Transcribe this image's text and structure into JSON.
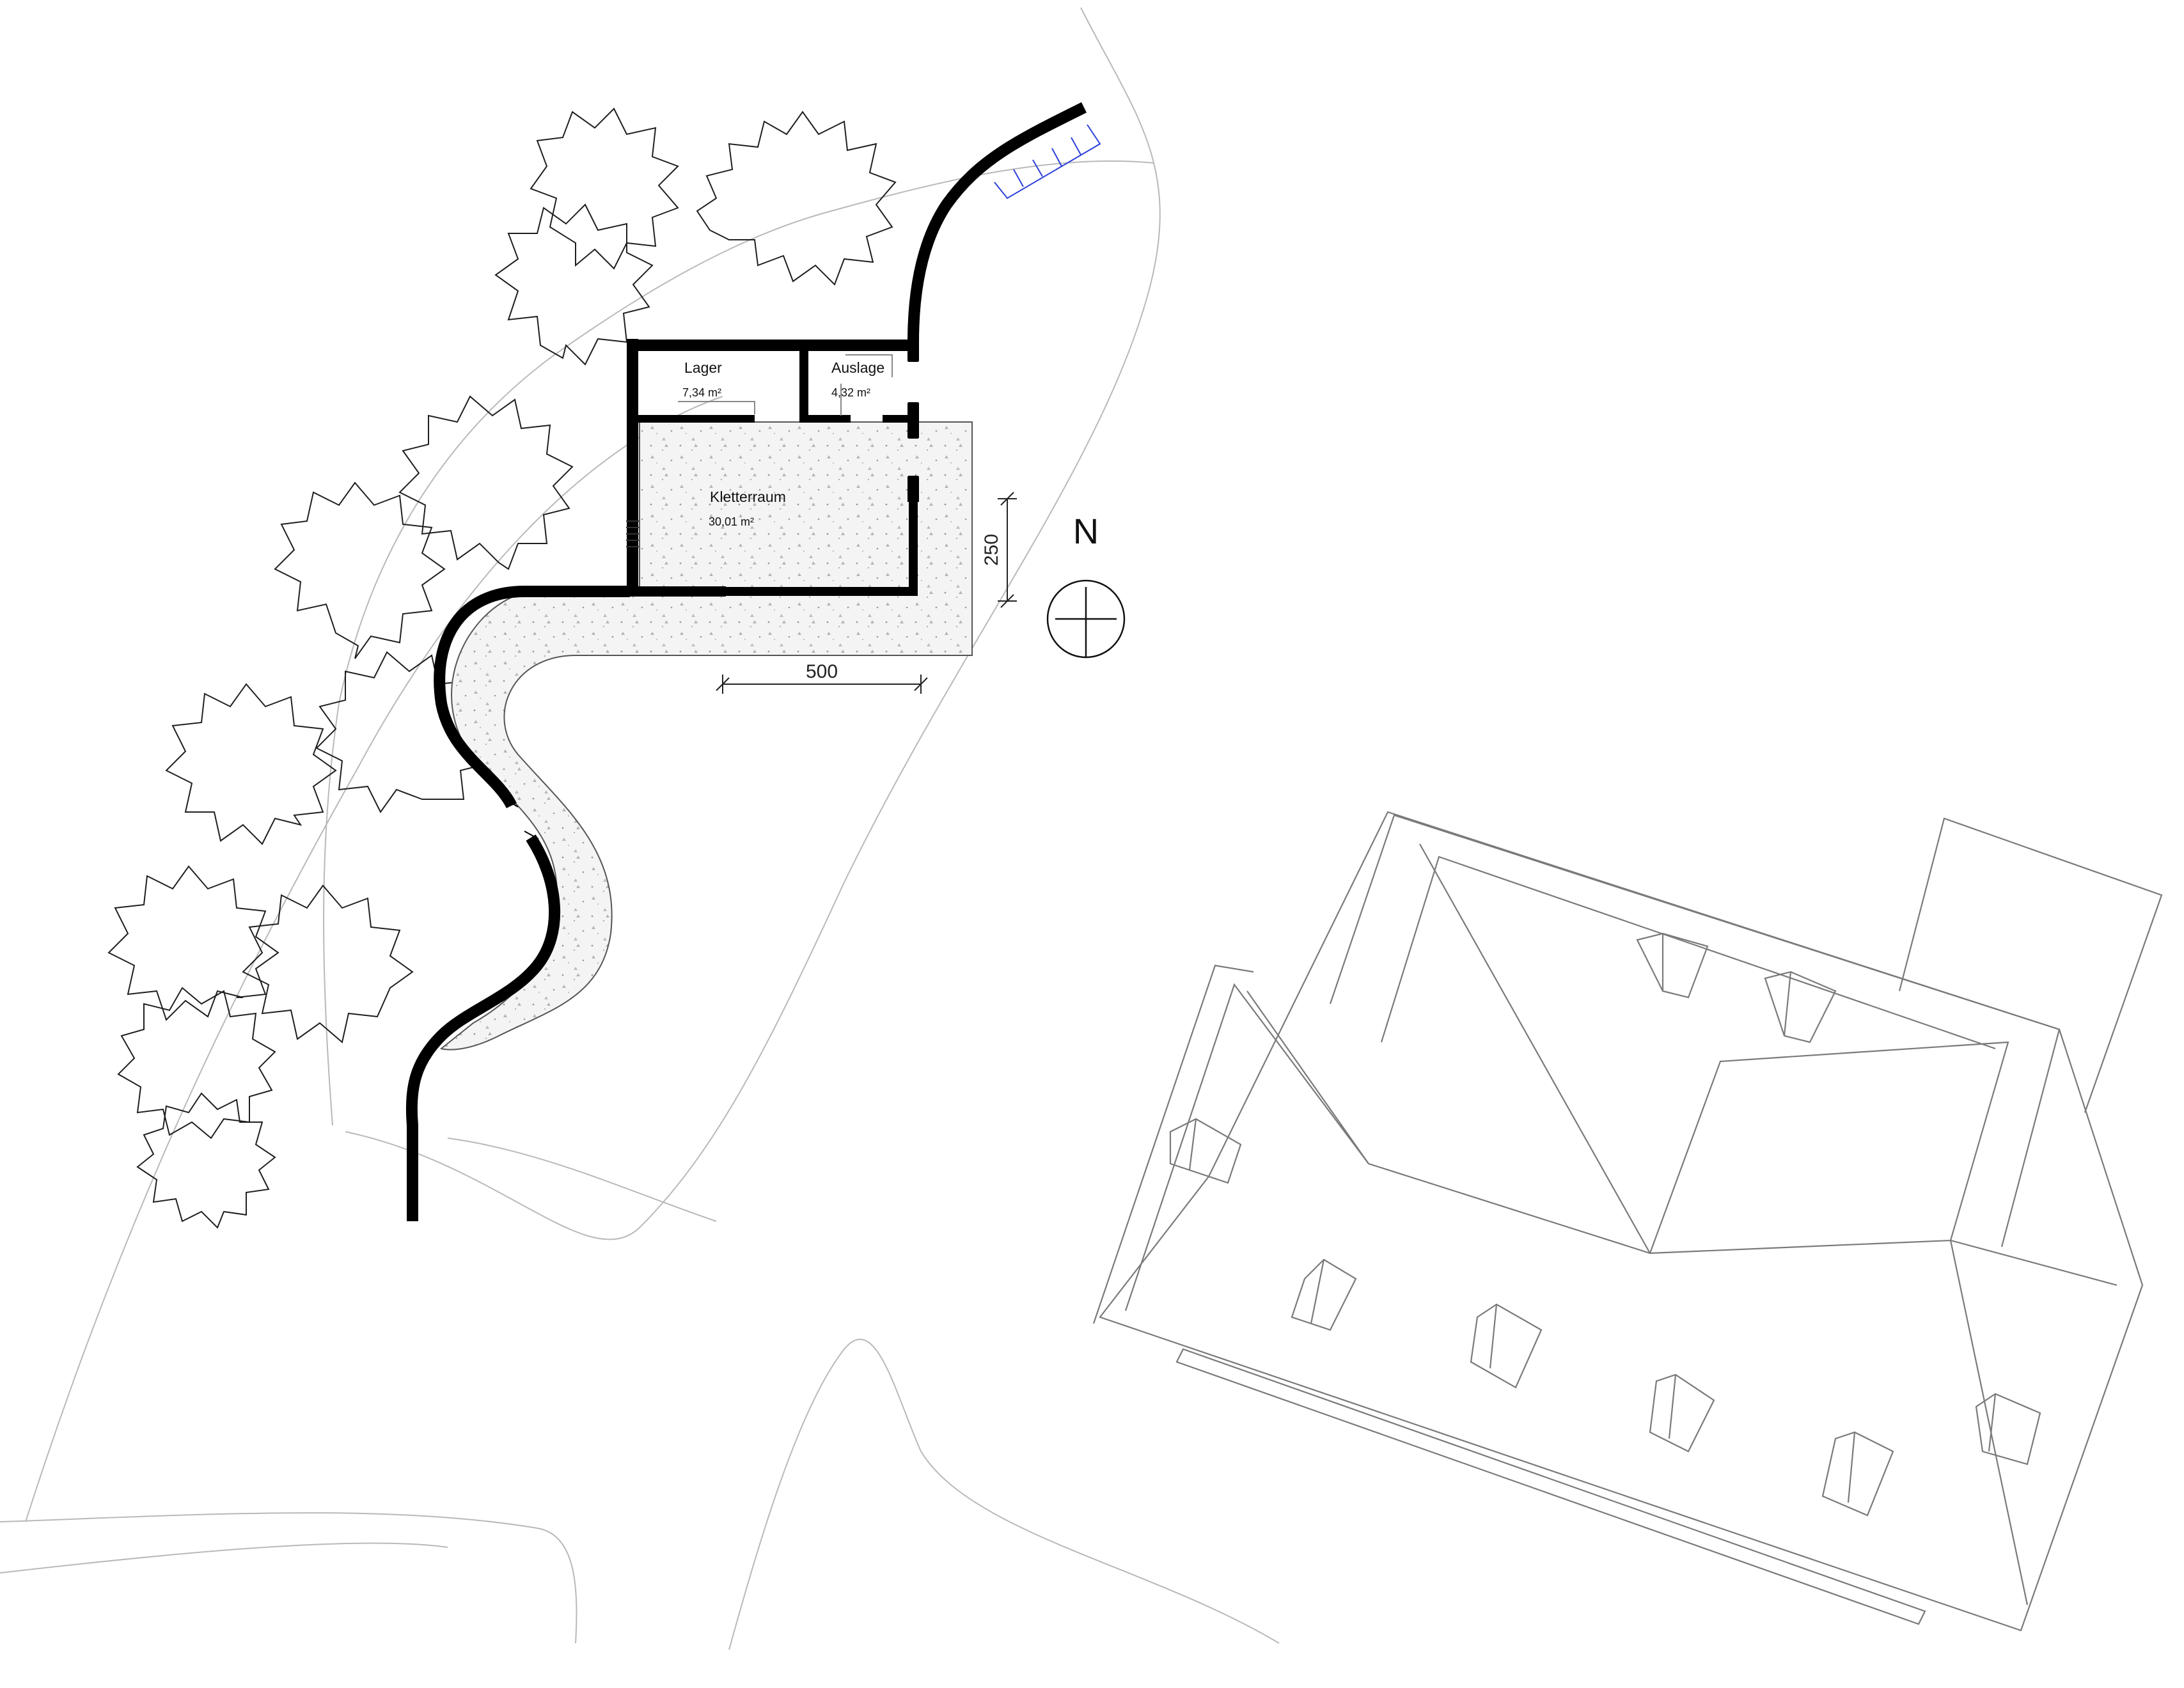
{
  "rooms": {
    "lager": {
      "name": "Lager",
      "area": "7,34 m²"
    },
    "auslage": {
      "name": "Auslage",
      "area": "4,32 m²"
    },
    "kletterraum": {
      "name": "Kletterraum",
      "area": "30,01 m²"
    }
  },
  "dimensions": {
    "horizontal": "500",
    "vertical": "250"
  },
  "north_arrow": {
    "label": "N"
  },
  "colors": {
    "wall": "#000000",
    "highlight_wall": "#ff2b2b",
    "stairs": "#2b3fd9",
    "terrain": "#b9b9b9",
    "roof": "#7a7a7a",
    "paving_fill": "#ececec"
  }
}
